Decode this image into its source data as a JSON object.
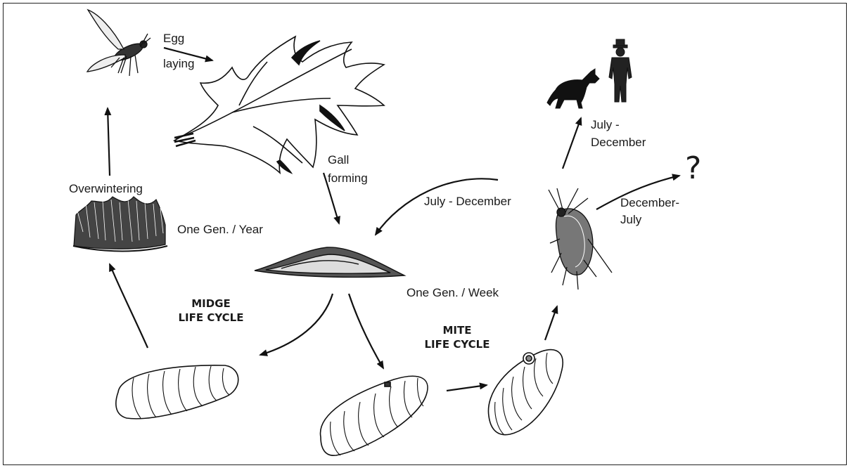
{
  "labels": {
    "egg": "Egg",
    "laying": "laying",
    "gall": "Gall",
    "forming": "forming",
    "overwintering": "Overwintering",
    "one_gen_year": "One Gen. / Year",
    "one_gen_week": "One Gen. / Week",
    "july_december_top_1": "July -",
    "july_december_top_2": "December",
    "july_december_mid": "July - December",
    "december_july_1": "December-",
    "december_july_2": "July",
    "question_mark": "?",
    "midge_1": "MIDGE",
    "midge_2": "LIFE CYCLE",
    "mite_1": "MITE",
    "mite_2": "LIFE CYCLE"
  },
  "illustrations": [
    "midge-fly-icon",
    "oak-leaf-icon",
    "leaf-litter-icon",
    "gall-icon",
    "midge-larva-icon",
    "infested-larva-icon",
    "swollen-larva-icon",
    "mite-icon",
    "dog-icon",
    "person-icon"
  ]
}
